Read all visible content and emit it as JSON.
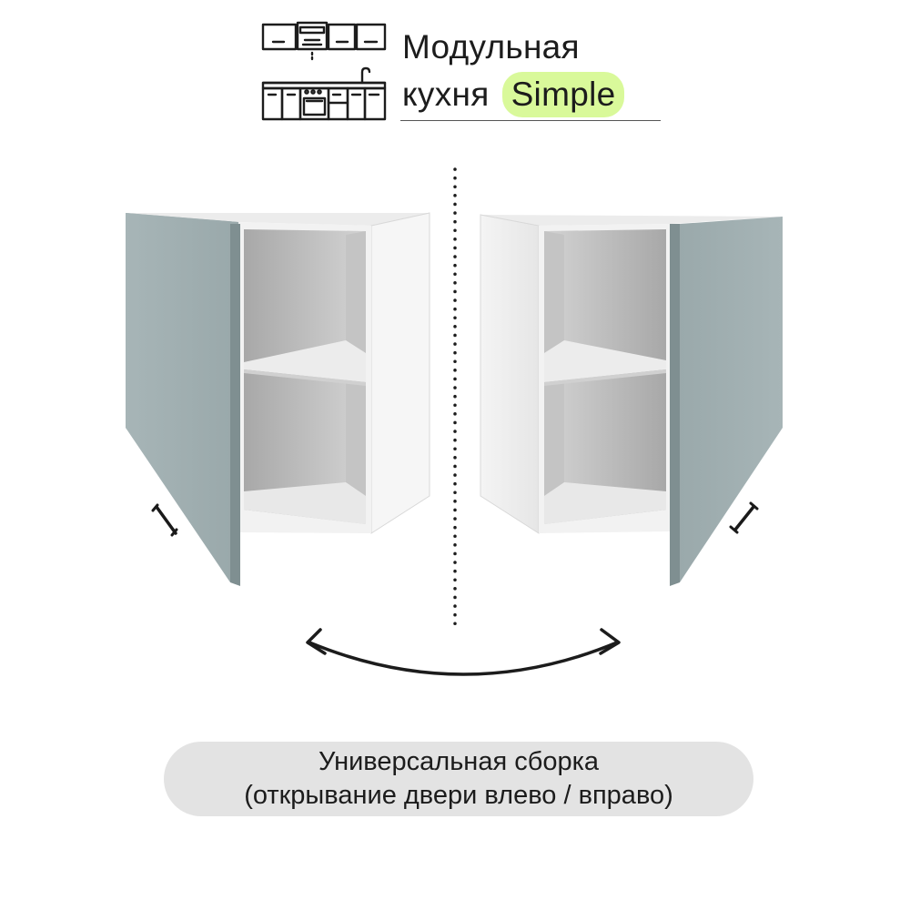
{
  "brand": {
    "line1": "Модульная",
    "line2": "кухня",
    "badge": "Simple",
    "badge_color": "#d9f99a"
  },
  "caption": {
    "line1": "Универсальная сборка",
    "line2": "(открывание двери влево / вправо)"
  },
  "colors": {
    "door_facade": "#a3b1b3",
    "carcass": "#f5f5f5",
    "pill_background": "#e3e3e3",
    "handle": "#1a1a1a"
  },
  "icons": {
    "logo": "kitchen-set-outline-icon",
    "arrow": "double-headed-curved-arrow-icon",
    "divider": "dotted-divider"
  },
  "cabinets": [
    {
      "name": "cabinet-left-door-open",
      "door_side": "left"
    },
    {
      "name": "cabinet-right-door-open",
      "door_side": "right"
    }
  ]
}
